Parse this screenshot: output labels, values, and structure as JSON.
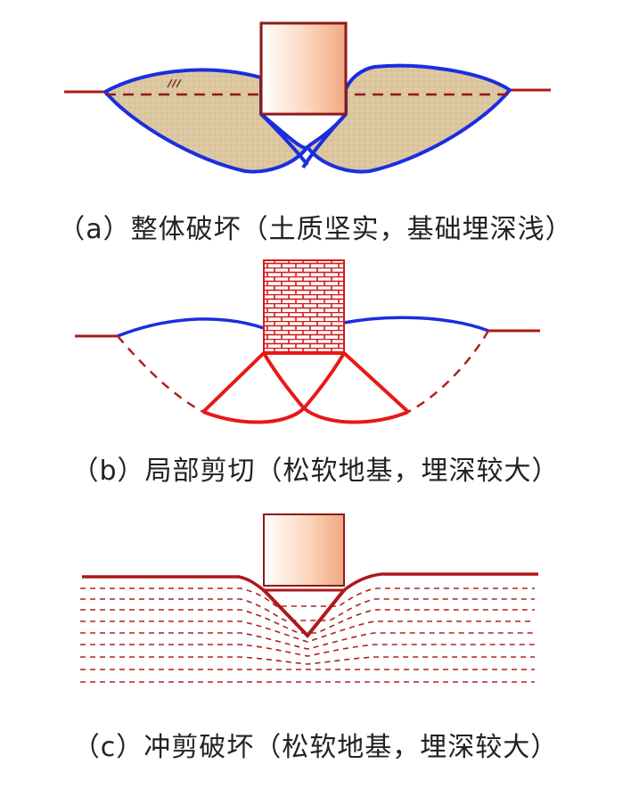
{
  "captions": {
    "a": "（a）整体破坏（土质坚实，基础埋深浅）",
    "b": "（b）局部剪切（松软地基，埋深较大）",
    "c": "（c）冲剪破坏（松软地基，埋深较大）"
  },
  "colors": {
    "ground_line": "#b01818",
    "slip_blue": "#1a2ee0",
    "slip_red": "#e81818",
    "soil_fill": "#ddc9a3",
    "footing_edge": "#8b1a1a",
    "footing_light": "#ffffff",
    "footing_dark": "#f0a882",
    "brick": "#d01c1c",
    "dashed_red": "#b02020"
  },
  "icons": {
    "footing": "rectangular-footing",
    "brick_footing": "brick-masonry-footing"
  }
}
